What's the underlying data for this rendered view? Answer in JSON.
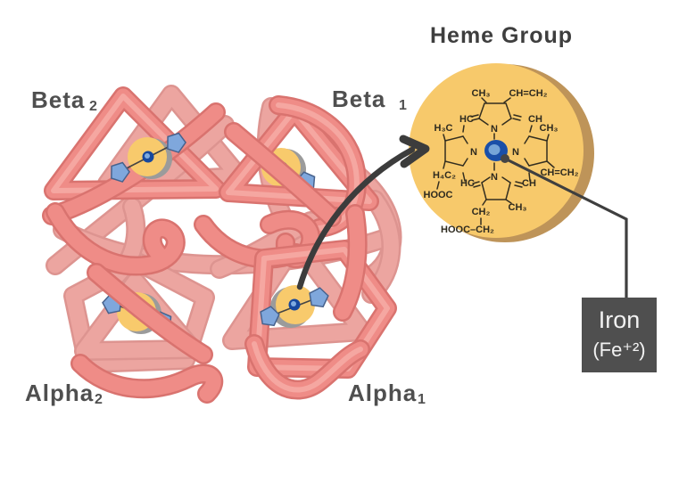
{
  "heme_group": {
    "title": "Heme Group",
    "chem_labels": [
      {
        "text": "CH₃"
      },
      {
        "text": "CH=CH₂"
      },
      {
        "text": "HC"
      },
      {
        "text": "CH"
      },
      {
        "text": "H₃C"
      },
      {
        "text": "CH₃"
      },
      {
        "text": "N"
      },
      {
        "text": "N"
      },
      {
        "text": "N"
      },
      {
        "text": "H₄C₂"
      },
      {
        "text": "CH=CH₂"
      },
      {
        "text": "HOOC"
      },
      {
        "text": "HC"
      },
      {
        "text": "CH"
      },
      {
        "text": "N"
      },
      {
        "text": "CH₂"
      },
      {
        "text": "CH₃"
      },
      {
        "text": "HOOC–CH₂"
      }
    ]
  },
  "subunit_labels": {
    "beta2": {
      "name": "Beta",
      "sub": "2"
    },
    "beta1": {
      "name": "Beta",
      "sub": "1"
    },
    "alpha2": {
      "name": "Alpha",
      "sub": "2"
    },
    "alpha1": {
      "name": "Alpha",
      "sub": "1"
    }
  },
  "iron_label": {
    "line1": "Iron",
    "line2": "(Fe⁺²)"
  },
  "colors": {
    "chain_front": "#EF8C87",
    "chain_front_outline": "#D9736F",
    "chain_back": "#ECA5A0",
    "chain_back_outline": "#DD9490",
    "heme_disc": "#F8CA6C",
    "heme_disc_rim": "#9B9B9B",
    "pentagon_blue": "#7FA7DC",
    "iron_navy": "#17489E",
    "iron_light_blue": "#7FABE0",
    "circle_yellow": "#F7C96B",
    "circle_side_tan": "#BE9459",
    "label_gray": "#4F4F4F",
    "arrow_dark": "#3C3C3C",
    "iron_box_gray": "#4F4F4F"
  }
}
